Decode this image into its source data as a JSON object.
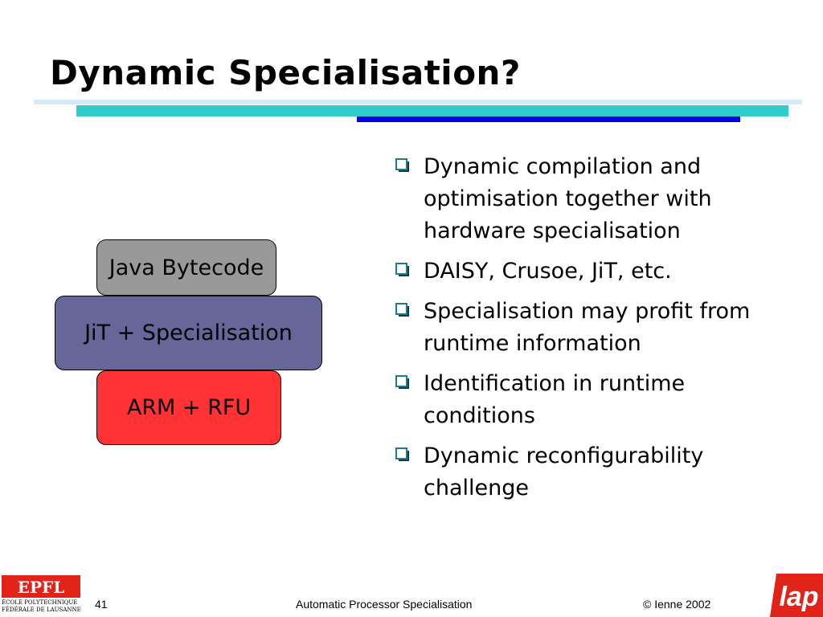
{
  "slide": {
    "title": "Dynamic Specialisation?",
    "stack": [
      {
        "label": "Java Bytecode",
        "color": "#999999"
      },
      {
        "label": "JiT + Specialisation",
        "color": "#666699"
      },
      {
        "label": "ARM + RFU",
        "color": "#ff3333"
      }
    ],
    "bullets": [
      "Dynamic compilation and optimisation together with hardware specialisation",
      "DAISY, Crusoe, JiT, etc.",
      "Specialisation may profit from runtime information",
      "Identification in runtime conditions",
      "Dynamic reconfigurability challenge"
    ],
    "bullet_icon": "checkbox-square-icon",
    "accent_colors": {
      "light_bar": "#d6e8fb",
      "cyan_bar": "#33cccc",
      "blue_bar": "#0000e6",
      "bullet": "#1f7a8c"
    }
  },
  "footer": {
    "page_number": "41",
    "title": "Automatic Processor Specialisation",
    "copyright": "© Ienne 2002",
    "epfl_line1": "ÉCOLE POLYTECHNIQUE",
    "epfl_line2": "FÉDÉRALE DE LAUSANNE",
    "epfl_logo_text": "EPFL",
    "lap_logo_text": "lap"
  }
}
